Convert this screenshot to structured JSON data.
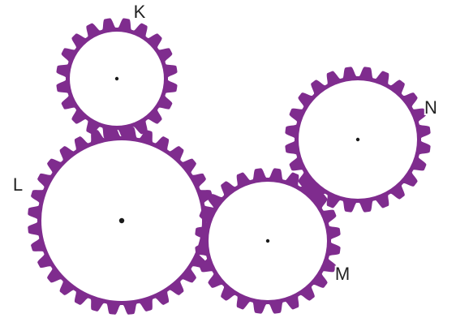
{
  "colors": {
    "gear_fill": "#7f2c8e",
    "gear_face": "#ffffff",
    "center_dot": "#1a1a1a",
    "label": "#222222"
  },
  "gears": [
    {
      "id": "K",
      "label": "K",
      "teeth": 20
    },
    {
      "id": "L",
      "label": "L",
      "teeth": 32
    },
    {
      "id": "M",
      "label": "M",
      "teeth": 24
    },
    {
      "id": "N",
      "label": "N",
      "teeth": 24
    }
  ]
}
